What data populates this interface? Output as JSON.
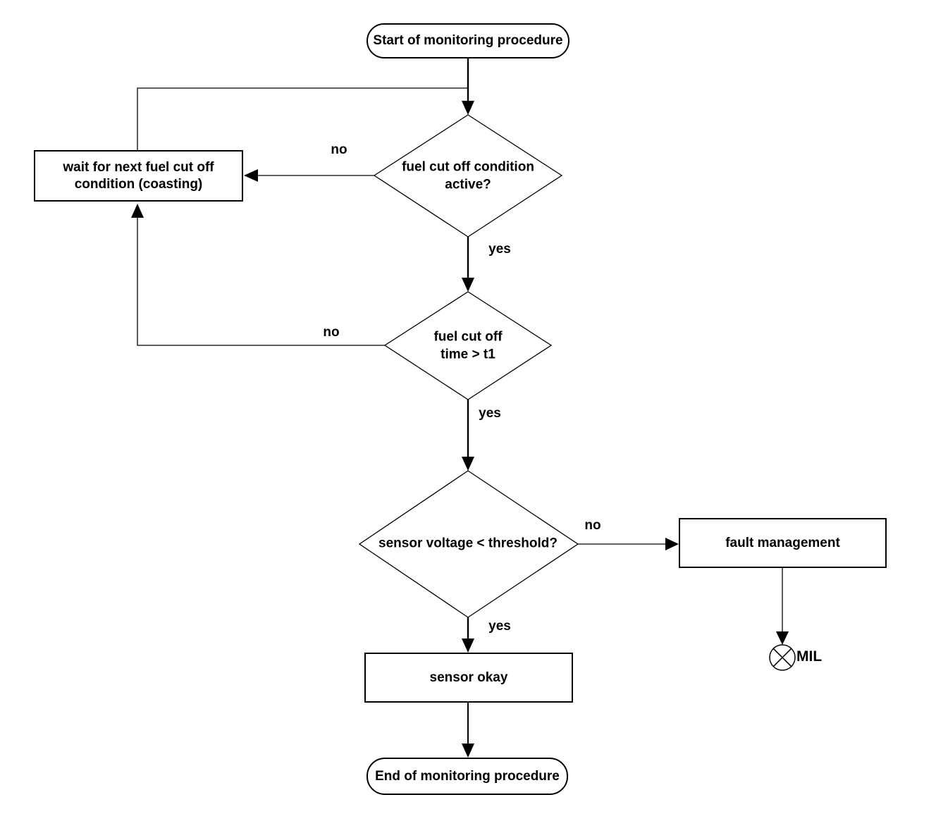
{
  "diagram": {
    "colors": {
      "background": "#ffffff",
      "stroke": "#000000",
      "text": "#000000"
    },
    "nodes": {
      "start": {
        "label": "Start of monitoring procedure"
      },
      "decision1": {
        "line1": "fuel cut off condition",
        "line2": "active?"
      },
      "wait": {
        "line1": "wait for next fuel cut off",
        "line2": "condition (coasting)"
      },
      "decision2": {
        "line1": "fuel cut off",
        "line2": "time > t1"
      },
      "decision3": {
        "label": "sensor voltage < threshold?"
      },
      "fault": {
        "label": "fault management"
      },
      "mil": {
        "label": "MIL"
      },
      "sensor_okay": {
        "label": "sensor okay"
      },
      "end": {
        "label": "End of monitoring procedure"
      }
    },
    "edge_labels": {
      "decision1_no": "no",
      "decision1_yes": "yes",
      "decision2_no": "no",
      "decision2_yes": "yes",
      "decision3_no": "no",
      "decision3_yes": "yes"
    }
  }
}
